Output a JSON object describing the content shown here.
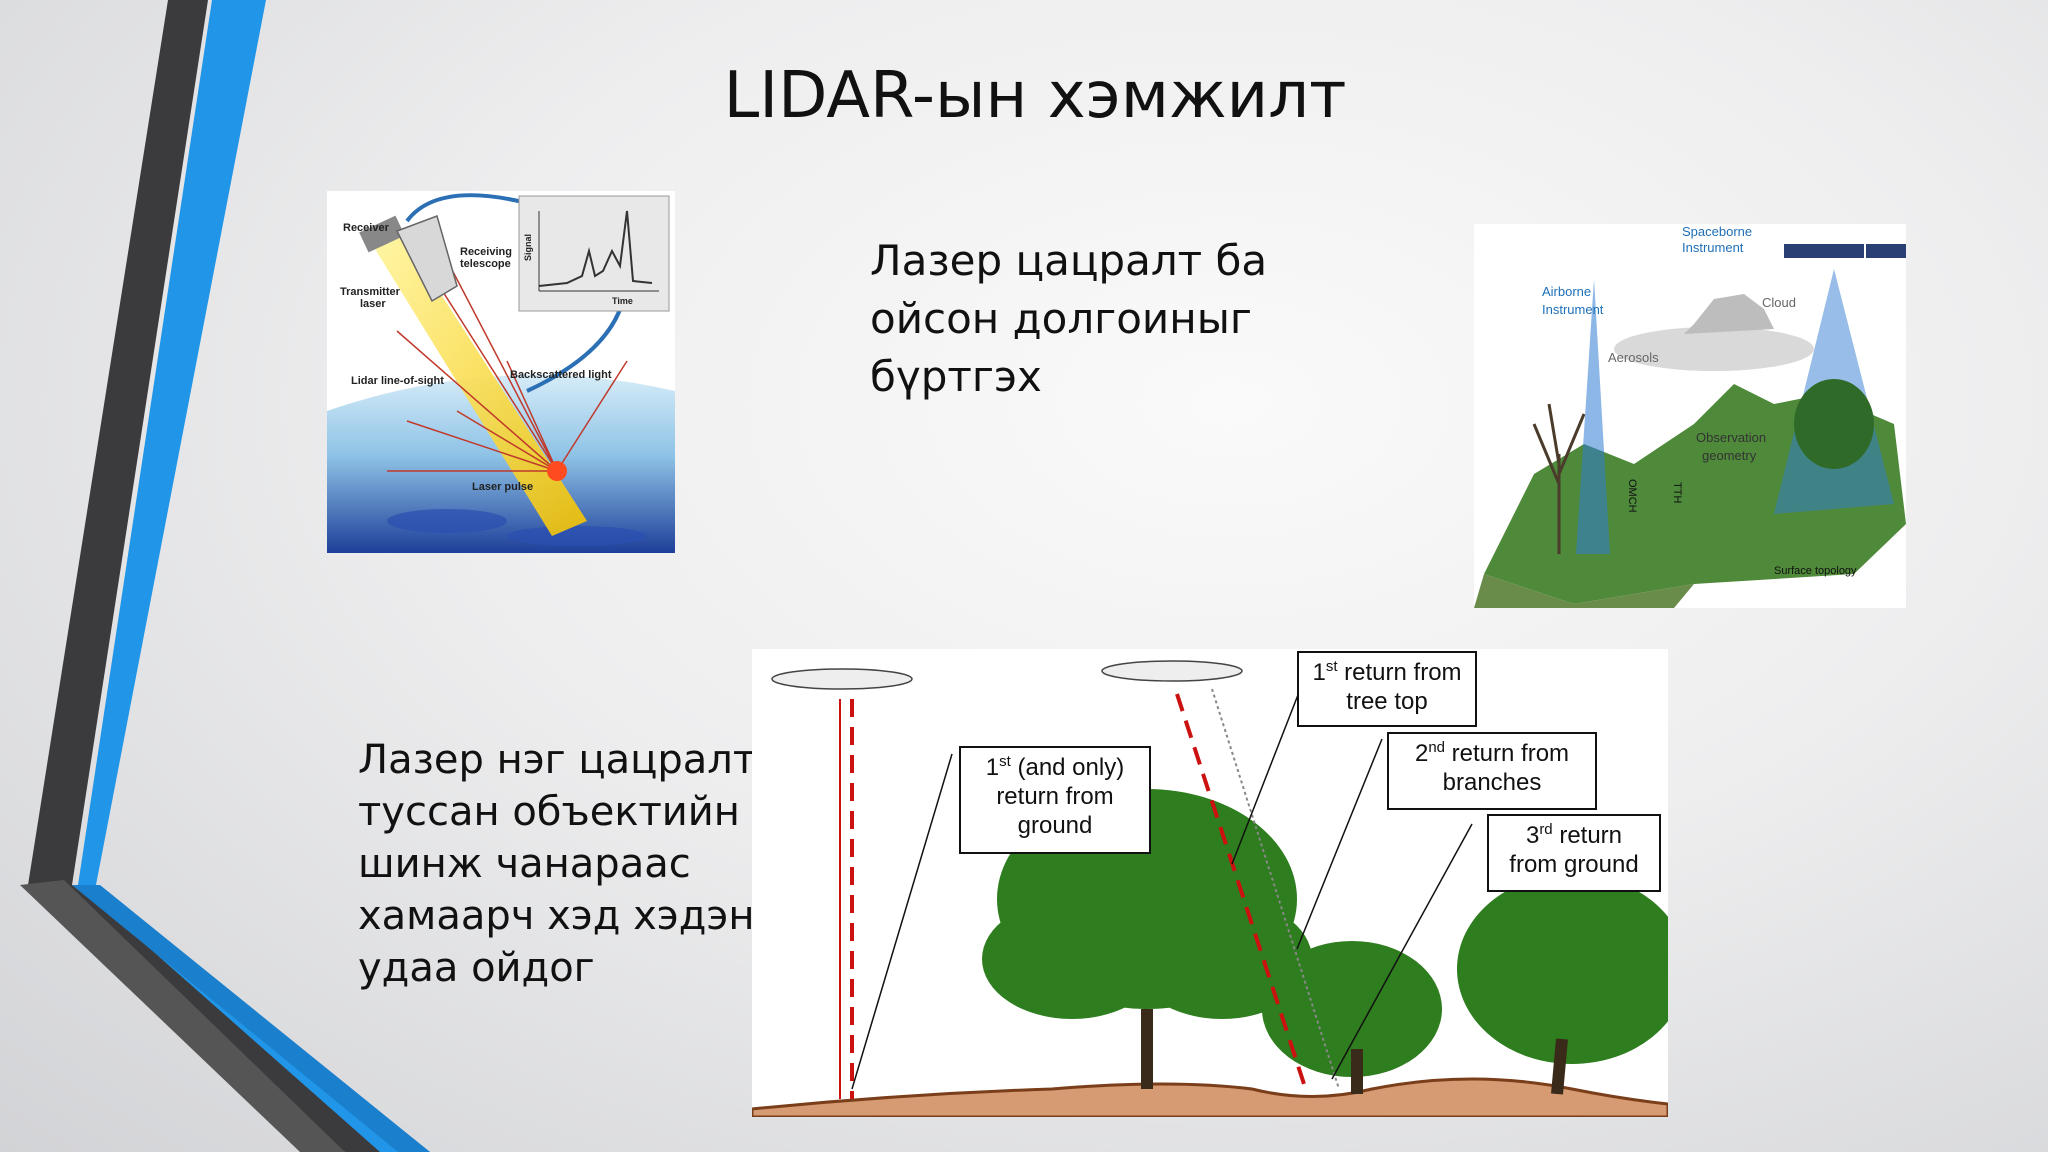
{
  "slide": {
    "title": "LIDAR-ын хэмжилт",
    "text1": [
      "Лазер цацралт ба",
      "ойсон долгоиныг",
      "бүртгэх"
    ],
    "text2": [
      "Лазер нэг цацралт",
      "туссан объектийн",
      "шинж чанараас",
      "хамаарч хэд хэдэн",
      "удаа ойдог"
    ]
  },
  "figure1": {
    "receiver": "Receiver",
    "telescope": [
      "Receiving",
      "telescope"
    ],
    "transmitter": [
      "Transmitter",
      "laser"
    ],
    "line_of_sight": "Lidar line-of-sight",
    "backscattered": "Backscattered light",
    "laser_pulse": "Laser pulse",
    "signal": "Signal",
    "time": "Time"
  },
  "figure2": {
    "spaceborne": [
      "Spaceborne",
      "Instrument"
    ],
    "airborne": [
      "Airborne",
      "Instrument"
    ],
    "cloud": "Cloud",
    "aerosols": "Aerosols",
    "observation": [
      "Observation",
      "geometry"
    ],
    "omch": "OMCH",
    "tth": "TTH",
    "surface": "Surface topology"
  },
  "figure3": {
    "box1": {
      "sup": "st",
      "rest": " (and only)",
      "num": "1",
      "l2": "return from",
      "l3": "ground"
    },
    "box2": {
      "num": "1",
      "sup": "st",
      "rest": " return from",
      "l2": "tree top"
    },
    "box3": {
      "num": "2",
      "sup": "nd",
      "rest": " return from",
      "l2": "branches"
    },
    "box4": {
      "num": "3",
      "sup": "rd",
      "rest": " return",
      "l2": "from ground"
    }
  },
  "colors": {
    "accent_blue": "#1e8fe0",
    "stripe_dark": "#3a3a3c",
    "laser_red": "#cc1111",
    "tree_green": "#2e7d1e",
    "ground": "#c98a5a"
  }
}
